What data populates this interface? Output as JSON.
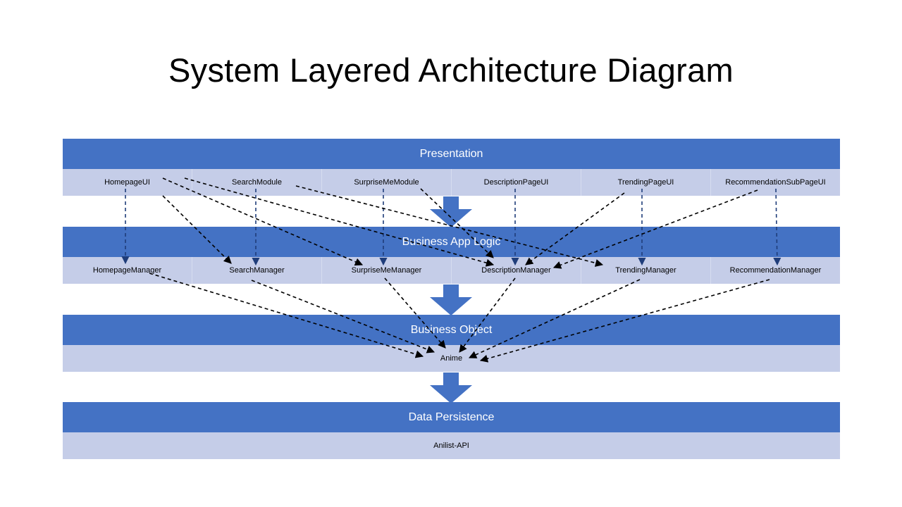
{
  "title": "System Layered Architecture Diagram",
  "colors": {
    "header": "#4472c4",
    "row": "#c5cde8",
    "arrow": "#4472c4",
    "connector": "#000000",
    "connector_head": "#1f3d7a"
  },
  "layers": {
    "presentation": {
      "label": "Presentation",
      "items": [
        "HomepageUI",
        "SearchModule",
        "SurpriseMeModule",
        "DescriptionPageUI",
        "TrendingPageUI",
        "RecommendationSubPageUI"
      ]
    },
    "business_logic": {
      "label": "Business App Logic",
      "items": [
        "HomepageManager",
        "SearchManager",
        "SurpriseMeManager",
        "DescriptionManager",
        "TrendingManager",
        "RecommendationManager"
      ]
    },
    "business_object": {
      "label": "Business Object",
      "items": [
        "Anime"
      ]
    },
    "data_persistence": {
      "label": "Data Persistence",
      "items": [
        "Anilist-API"
      ]
    }
  }
}
